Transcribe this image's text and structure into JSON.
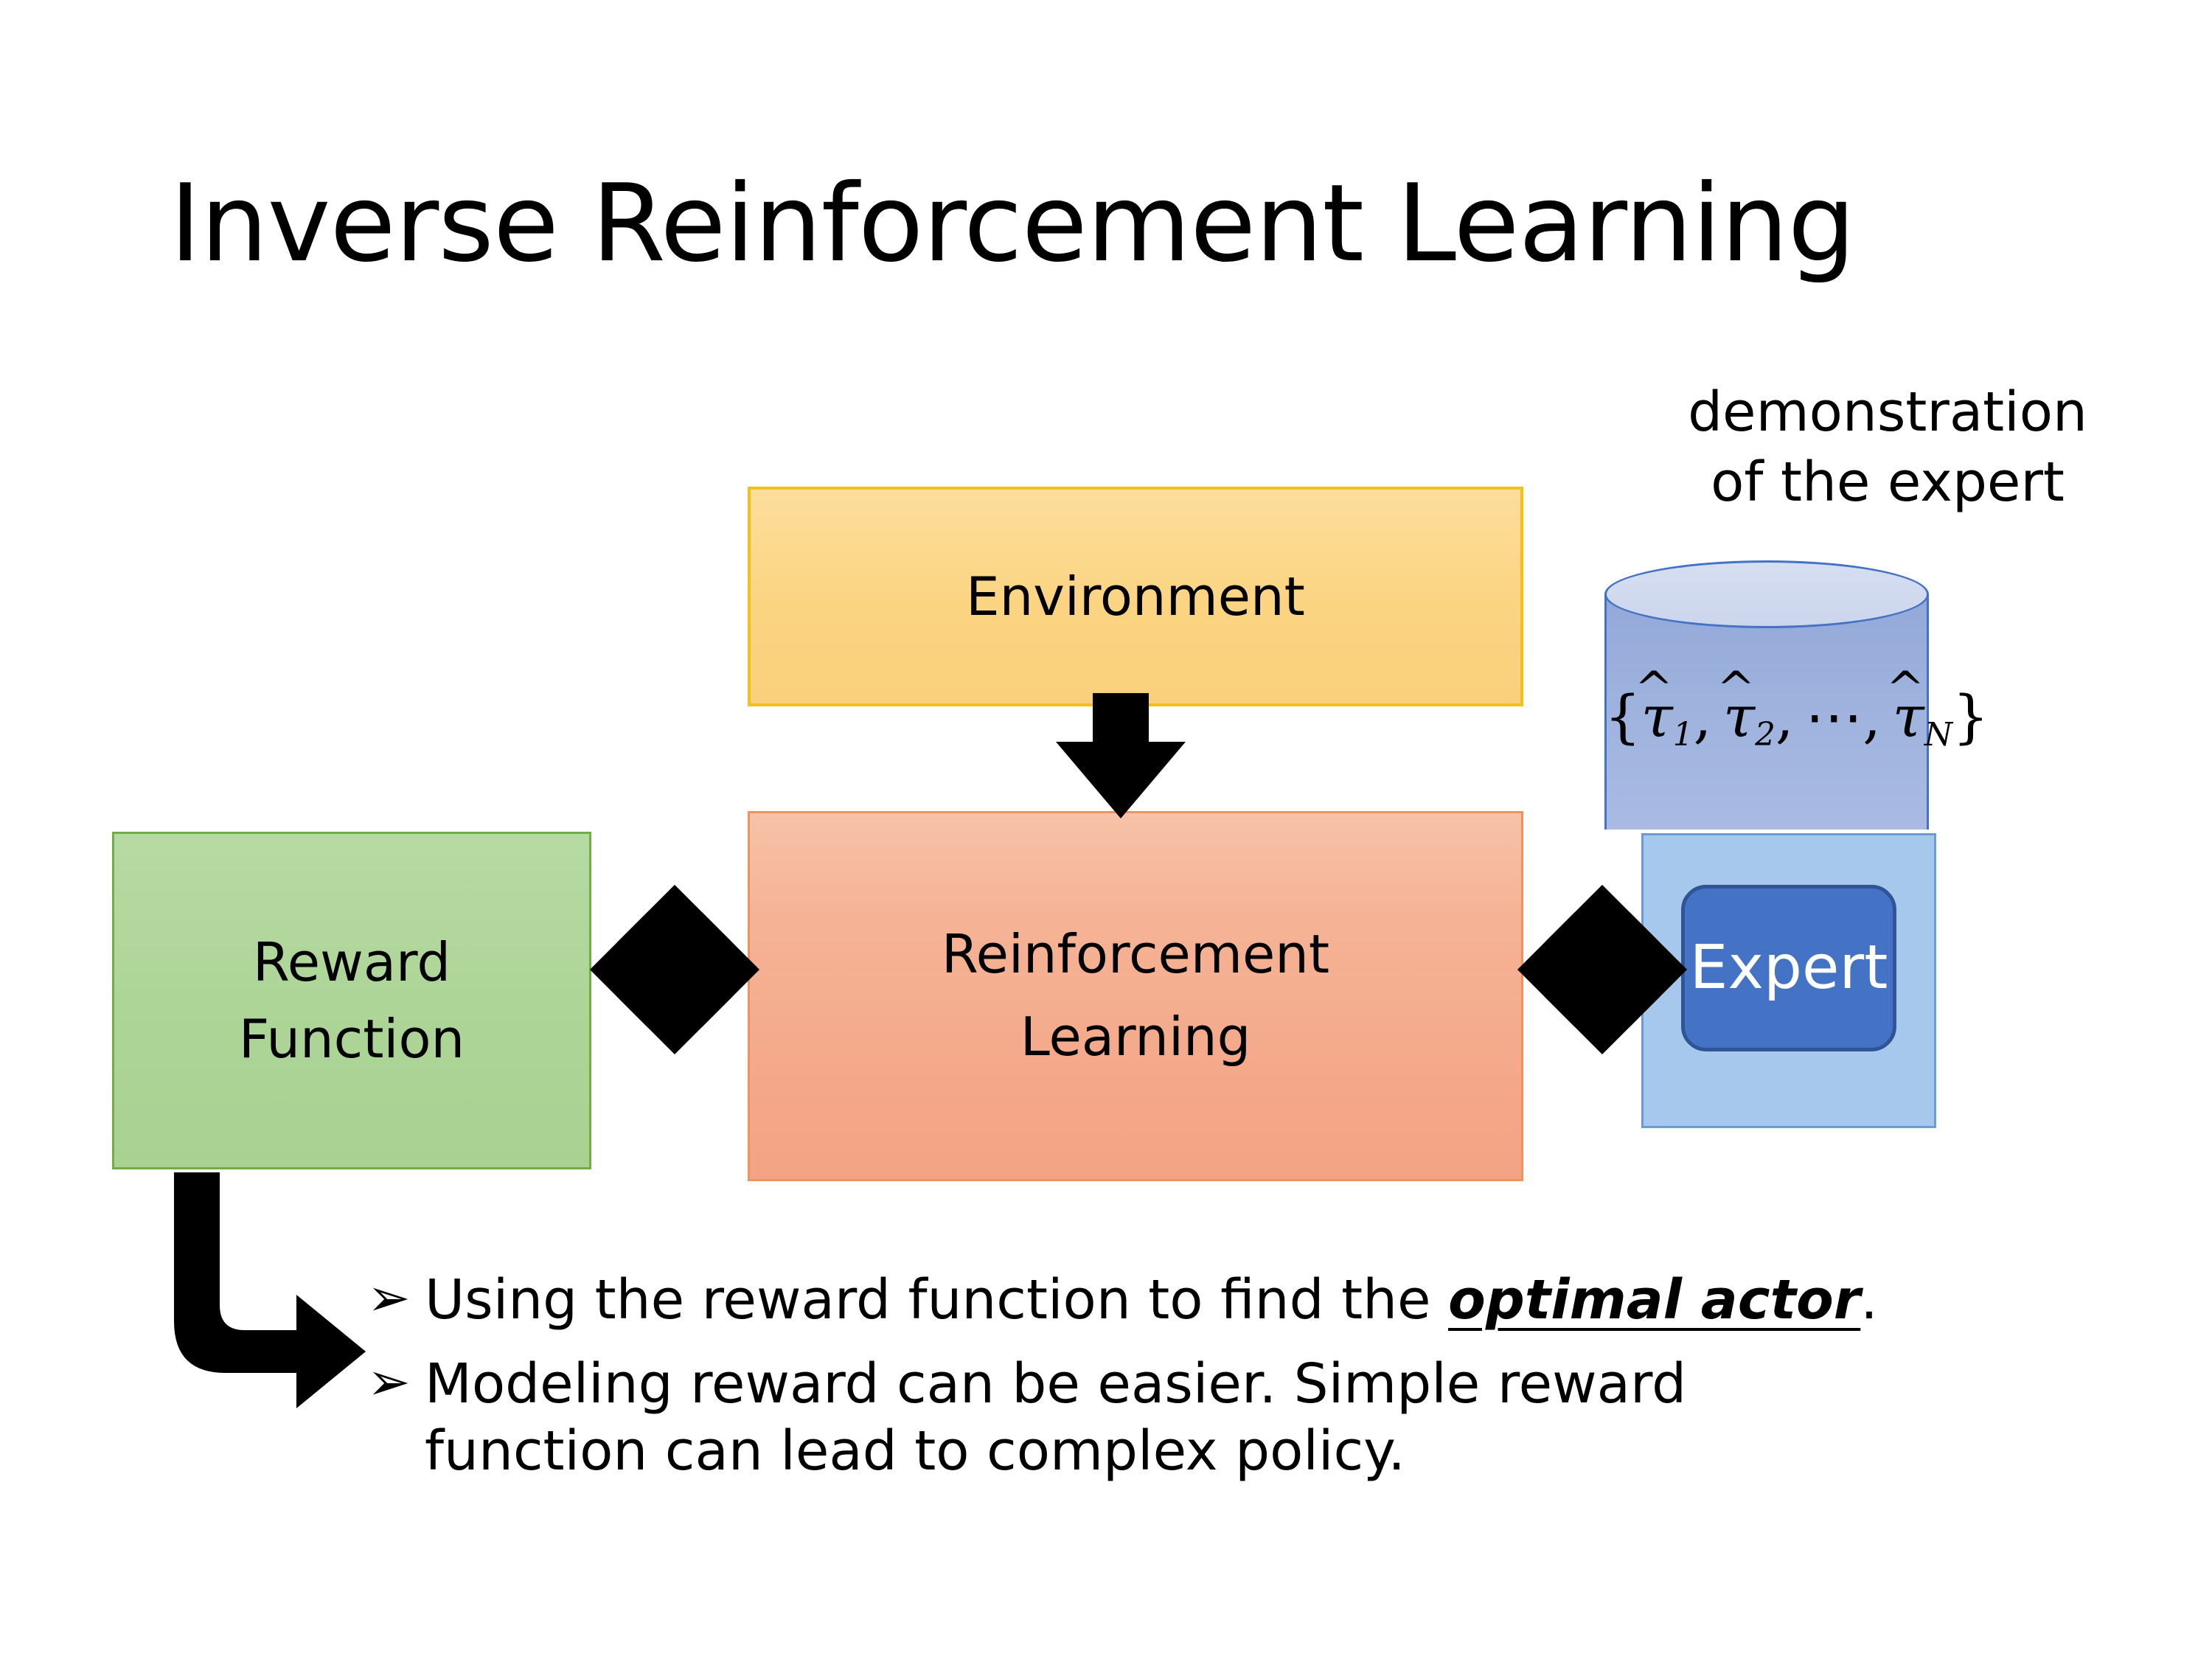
{
  "slide": {
    "title": "Inverse Reinforcement Learning",
    "background_color": "#FFFFFF"
  },
  "diagram": {
    "environment_box": {
      "label": "Environment",
      "fill_color": "#FBD482",
      "border_color": "#F2C117"
    },
    "rl_box": {
      "label_line1": "Reinforcement",
      "label_line2": "Learning",
      "fill_color": "#F5B396",
      "border_color": "#ED9360"
    },
    "reward_box": {
      "label_line1": "Reward",
      "label_line2": "Function",
      "fill_color": "#AED598",
      "border_color": "#71AD47"
    },
    "expert_panel": {
      "fill_color": "#A6C8EC",
      "border_color": "#6C9BD2"
    },
    "expert_box": {
      "label": "Expert",
      "fill_color": "#4472C4",
      "border_color": "#2F5597",
      "text_color": "#FFFFFF"
    },
    "cylinder": {
      "caption_line1": "demonstration",
      "caption_line2": "of the expert",
      "formula_open": "{",
      "formula_tau": "τ",
      "formula_hat": "^",
      "formula_sub_1": "1",
      "formula_sub_2": "2",
      "formula_sub_n": "N",
      "formula_comma": ",",
      "formula_ellipsis": "⋯",
      "formula_close": "}",
      "formula_plain": "{τ̂1, τ̂2, ⋯, τ̂N}",
      "body_color": "#9DB1DD",
      "top_color": "#D6DEF1",
      "border_color": "#4472C4"
    },
    "arrows": {
      "environment_to_rl": "down-arrow",
      "reward_to_rl": "left-right-double-arrow",
      "rl_to_expert": "left-right-double-arrow",
      "reward_to_bullets": "elbow-arrow-down-right",
      "color": "#000000"
    }
  },
  "bullets": [
    {
      "marker": "➢",
      "text_before": "Using the reward function to find the ",
      "emphasis": "optimal actor",
      "text_after": ".",
      "line2": ""
    },
    {
      "marker": "➢",
      "text_before": "Modeling reward can be easier. Simple reward",
      "emphasis": "",
      "text_after": "",
      "line2": "function can lead to complex policy."
    }
  ]
}
